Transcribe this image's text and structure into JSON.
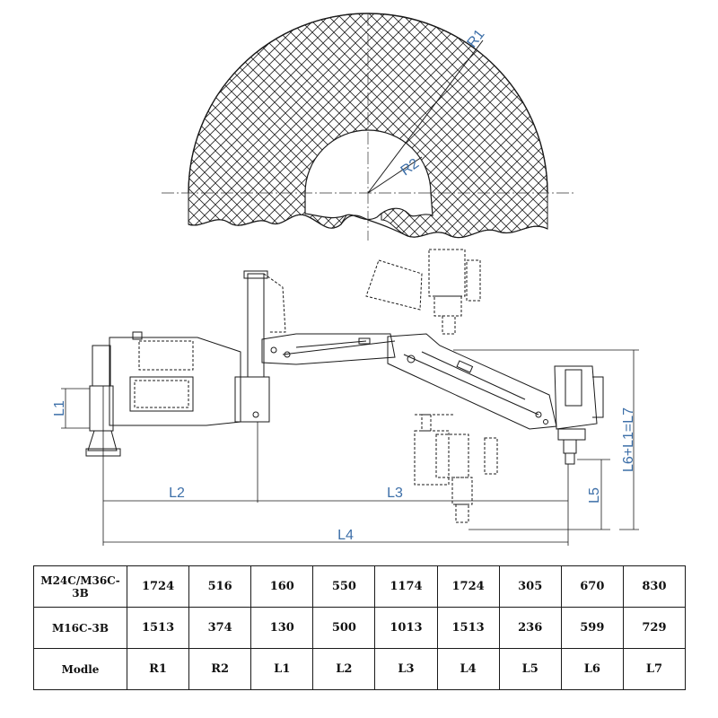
{
  "dimension_labels": {
    "R1": "R1",
    "R2": "R2",
    "L1": "L1",
    "L2": "L2",
    "L3": "L3",
    "L4": "L4",
    "L5": "L5",
    "L6L1L7": "L6+L1=L7"
  },
  "table": {
    "rows": [
      {
        "label": "M24C/M36C-3B",
        "cells": [
          "1724",
          "516",
          "160",
          "550",
          "1174",
          "1724",
          "305",
          "670",
          "830"
        ]
      },
      {
        "label": "M16C-3B",
        "cells": [
          "1513",
          "374",
          "130",
          "500",
          "1013",
          "1513",
          "236",
          "599",
          "729"
        ]
      },
      {
        "label": "Modle",
        "cells": [
          "R1",
          "R2",
          "L1",
          "L2",
          "L3",
          "L4",
          "L5",
          "L6",
          "L7"
        ]
      }
    ]
  },
  "colors": {
    "dimension": "#3d6fa8",
    "line": "#1a1a1a"
  }
}
